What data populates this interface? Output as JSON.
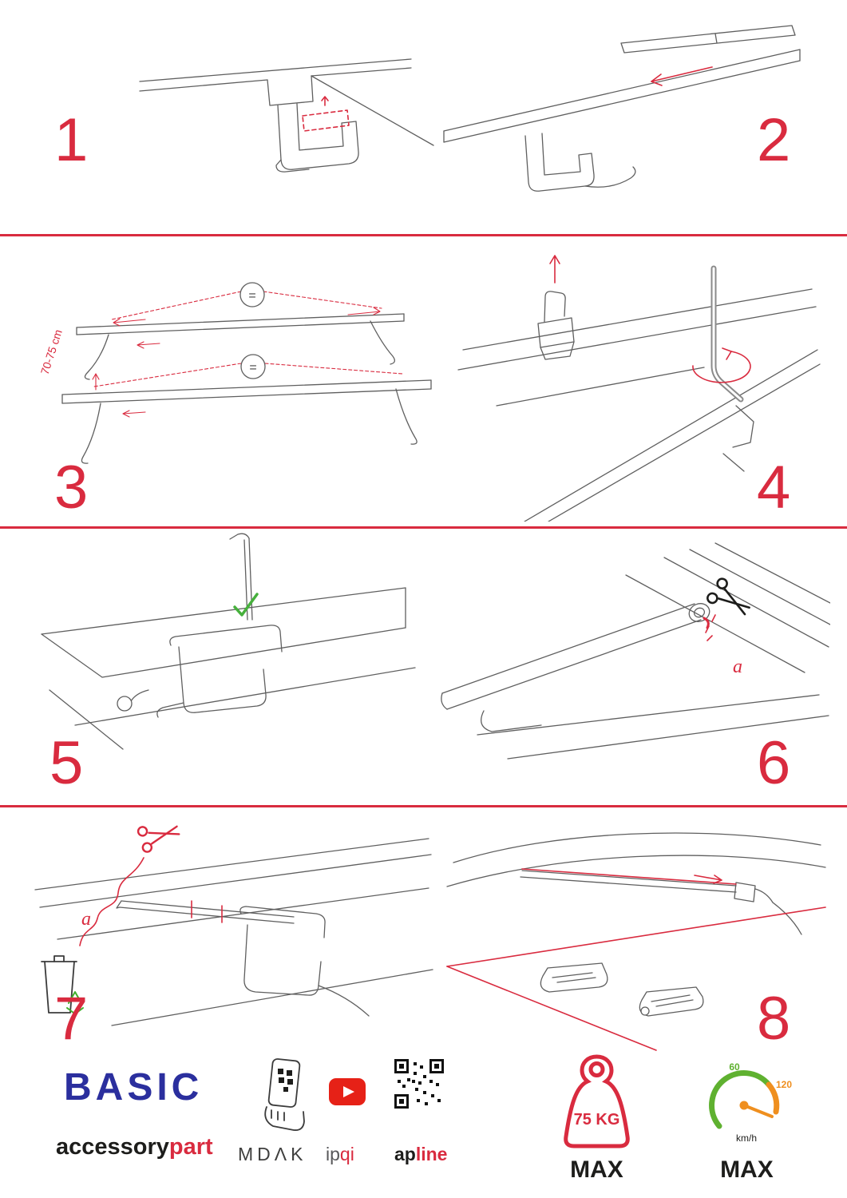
{
  "page": {
    "colors": {
      "accent_red": "#d92b3f",
      "line_gray": "#5f5f5f",
      "brand_blue": "#2b2f9e",
      "check_green": "#46b03c",
      "recycle_green": "#3fae2a",
      "gauge_green": "#5fb130",
      "gauge_orange": "#ef8f1f",
      "youtube_red": "#e62117",
      "background": "#ffffff"
    }
  },
  "steps": [
    {
      "number": "1"
    },
    {
      "number": "2"
    },
    {
      "number": "3",
      "labels": {
        "distance": "70-75 cm",
        "equal": "="
      }
    },
    {
      "number": "4"
    },
    {
      "number": "5"
    },
    {
      "number": "6",
      "labels": {
        "part": "a"
      }
    },
    {
      "number": "7",
      "labels": {
        "part": "a"
      }
    },
    {
      "number": "8"
    }
  ],
  "footer": {
    "brand": {
      "title": "BASIC",
      "sub_black": "accessory",
      "sub_red": "part"
    },
    "partners": {
      "mdak": "MDΛK",
      "ipqi_black": "ip",
      "ipqi_red": "qi",
      "apline_black": "ap",
      "apline_red": "line"
    },
    "weight": {
      "value": "75 KG",
      "max_label": "MAX"
    },
    "speed": {
      "tick_low": "60",
      "tick_high": "120",
      "unit": "km/h",
      "max_label": "MAX"
    }
  }
}
